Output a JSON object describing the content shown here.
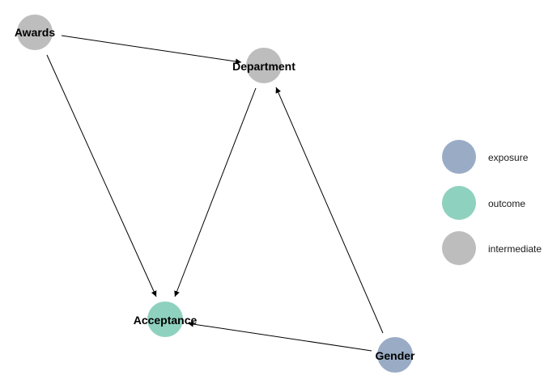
{
  "diagram": {
    "nodes": [
      {
        "id": "awards",
        "label": "Awards",
        "role": "intermediate"
      },
      {
        "id": "department",
        "label": "Department",
        "role": "intermediate"
      },
      {
        "id": "acceptance",
        "label": "Acceptance",
        "role": "outcome"
      },
      {
        "id": "gender",
        "label": "Gender",
        "role": "exposure"
      }
    ],
    "edges": [
      {
        "from": "awards",
        "to": "department"
      },
      {
        "from": "awards",
        "to": "acceptance"
      },
      {
        "from": "department",
        "to": "acceptance"
      },
      {
        "from": "gender",
        "to": "department"
      },
      {
        "from": "gender",
        "to": "acceptance"
      }
    ]
  },
  "legend": {
    "items": [
      {
        "key": "exposure",
        "label": "exposure",
        "color": "#9aacc5"
      },
      {
        "key": "outcome",
        "label": "outcome",
        "color": "#8fd1bf"
      },
      {
        "key": "intermediate",
        "label": "intermediate",
        "color": "#bdbdbd"
      }
    ]
  }
}
